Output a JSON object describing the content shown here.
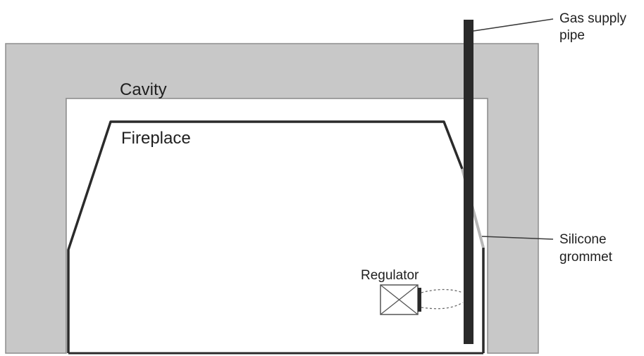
{
  "diagram": {
    "labels": {
      "cavity": "Cavity",
      "fireplace": "Fireplace",
      "gas_supply_line1": "Gas supply",
      "gas_supply_line2": "pipe",
      "silicone_line1": "Silicone",
      "silicone_line2": "grommet",
      "regulator": "Regulator"
    },
    "colors": {
      "wall": "#c8c8c8",
      "wall_edge": "#8e8e8e",
      "line": "#2b2b2b",
      "pipe": "#2a2a2a",
      "grommet": "#b6b6b6",
      "background": "#ffffff"
    }
  }
}
